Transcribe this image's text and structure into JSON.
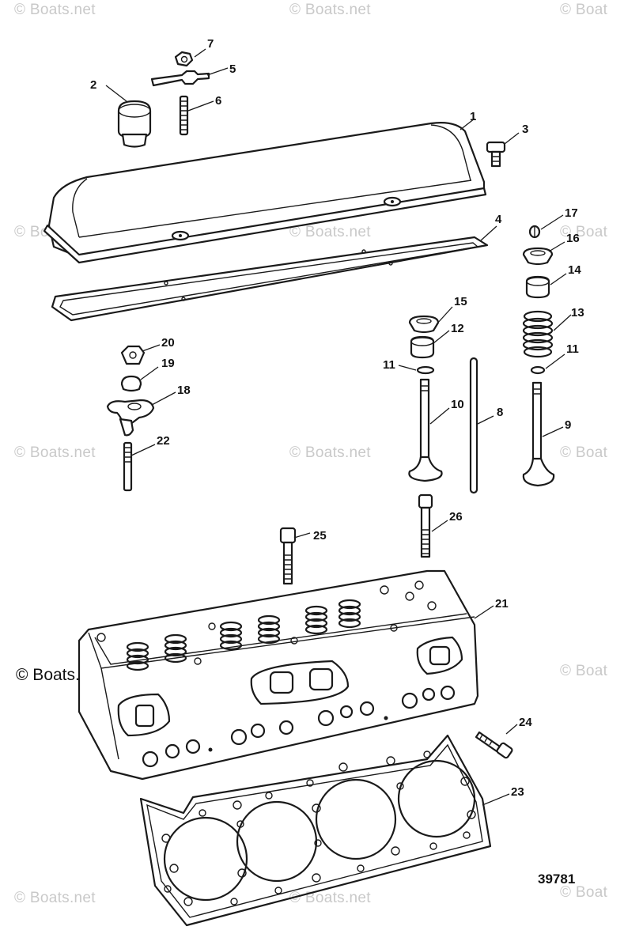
{
  "watermarks": {
    "text": "© Boats.net",
    "text_clipped": "© Boat",
    "brand": "© Boats.net"
  },
  "figure_number": "39781",
  "callouts": {
    "c1": "1",
    "c2": "2",
    "c3": "3",
    "c4": "4",
    "c5": "5",
    "c6": "6",
    "c7": "7",
    "c8": "8",
    "c9": "9",
    "c10": "10",
    "c11a": "11",
    "c11b": "11",
    "c12": "12",
    "c13": "13",
    "c14": "14",
    "c15": "15",
    "c16": "16",
    "c17": "17",
    "c18": "18",
    "c19": "19",
    "c20": "20",
    "c21": "21",
    "c22": "22",
    "c23": "23",
    "c24": "24",
    "c25": "25",
    "c26": "26"
  }
}
